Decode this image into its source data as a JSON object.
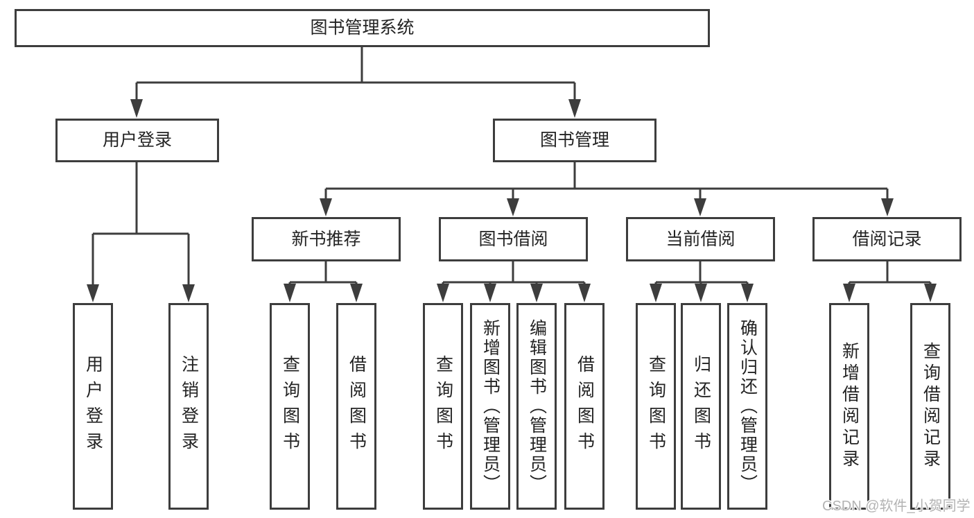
{
  "nodes": {
    "root": "图书管理系统",
    "l2": {
      "user_login": "用户登录",
      "book_mgmt": "图书管理"
    },
    "l3": {
      "new_books": "新书推荐",
      "book_borrow": "图书借阅",
      "current_borrow": "当前借阅",
      "borrow_records": "借阅记录"
    },
    "leaves": {
      "user_login": "用户登录",
      "logout": "注销登录",
      "nb_query": "查询图书",
      "nb_borrow": "借阅图书",
      "bb_query": "查询图书",
      "bb_add": "新增图书（管理员）",
      "bb_edit": "编辑图书（管理员）",
      "bb_borrow": "借阅图书",
      "cb_query": "查询图书",
      "cb_return": "归还图书",
      "cb_confirm": "确认归还（管理员）",
      "br_add": "新增借阅记录",
      "br_query": "查询借阅记录"
    }
  },
  "watermark": "CSDN @软件_小贺同学",
  "colors": {
    "line": "#3d3d3d",
    "text": "#232323",
    "background": "#ffffff",
    "watermark": "#b3b3b3"
  }
}
